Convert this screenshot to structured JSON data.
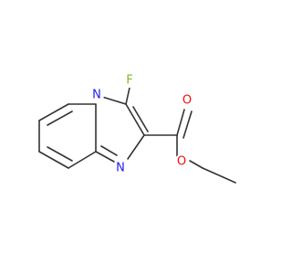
{
  "molecule": {
    "atoms": [
      {
        "symbol": "F",
        "label": "F",
        "color": "#87b526"
      },
      {
        "symbol": "N",
        "label": "N",
        "color": "#1f1ff2"
      },
      {
        "symbol": "N",
        "label": "N",
        "color": "#1f1ff2"
      },
      {
        "symbol": "O",
        "label": "O",
        "color": "#f20d0d"
      },
      {
        "symbol": "O",
        "label": "O",
        "color": "#f20d0d"
      }
    ],
    "bond_color": "#333333"
  }
}
